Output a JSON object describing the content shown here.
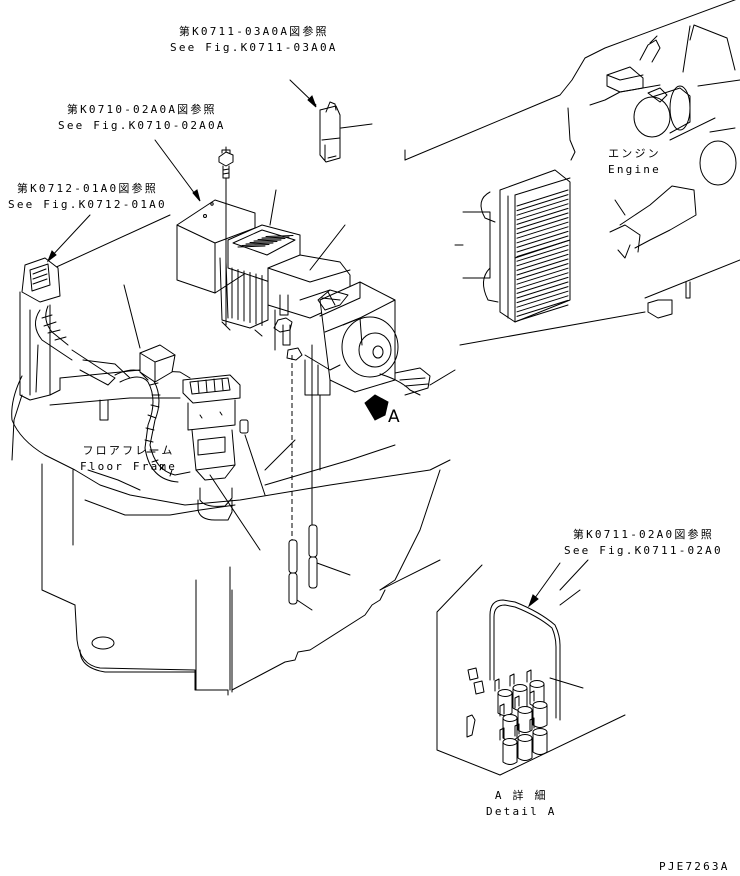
{
  "diagram": {
    "drawing_code": "PJE7263A",
    "references": [
      {
        "jp": "第K0711-03A0A図参照",
        "en": "See Fig.K0711-03A0A"
      },
      {
        "jp": "第K0710-02A0A図参照",
        "en": "See Fig.K0710-02A0A"
      },
      {
        "jp": "第K0712-01A0図参照",
        "en": "See Fig.K0712-01A0"
      },
      {
        "jp": "第K0711-02A0図参照",
        "en": "See Fig.K0711-02A0"
      }
    ],
    "labels": {
      "engine": {
        "jp": "エンジン",
        "en": "Engine"
      },
      "floor_frame": {
        "jp": "フロアフレーム",
        "en": "Floor Frame"
      },
      "detail": {
        "jp": "A 詳 細",
        "en": "Detail A"
      },
      "view_arrow": "A"
    }
  }
}
